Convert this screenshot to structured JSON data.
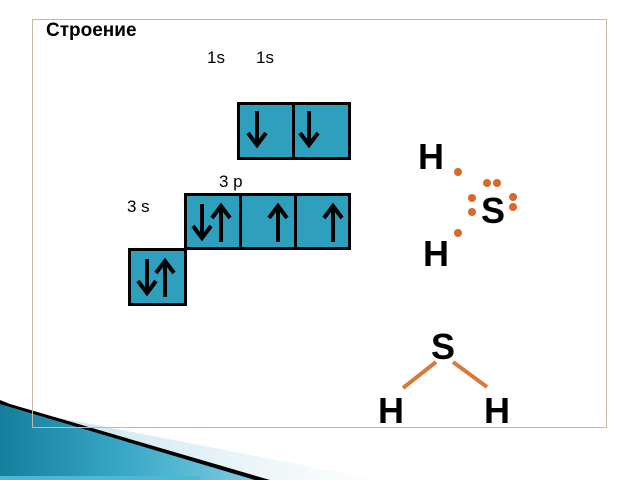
{
  "slide": {
    "title": "Строение",
    "labels": {
      "ground_1s_a": "1s",
      "ground_1s_b": "1s",
      "p_label": "3 p",
      "s_label": "3 s"
    },
    "orbitals": {
      "top_row": [
        {
          "spins": [
            "down"
          ]
        },
        {
          "spins": [
            "down"
          ]
        }
      ],
      "p_row": [
        {
          "spins": [
            "down",
            "up"
          ]
        },
        {
          "spins": [
            "up"
          ]
        },
        {
          "spins": [
            "up"
          ]
        }
      ],
      "s_row": [
        {
          "spins": [
            "down",
            "up"
          ]
        }
      ]
    },
    "lewis": {
      "h_top": "H",
      "h_bottom": "H",
      "s": "S",
      "dot_color": "#d9692a"
    },
    "structural": {
      "s": "S",
      "h_left": "H",
      "h_right": "H",
      "bond_color": "#d9793a"
    },
    "colors": {
      "cell_fill": "#2f9fbe",
      "frame_border": "#c9b8a6",
      "accent_teal": "#1f88aa"
    }
  }
}
